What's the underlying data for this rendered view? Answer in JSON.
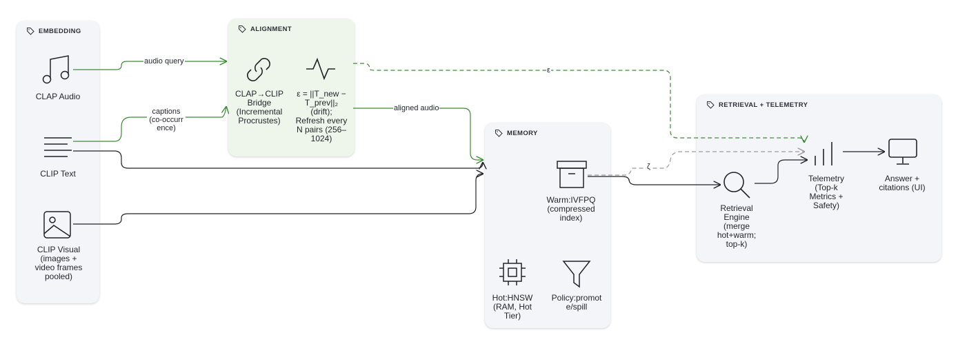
{
  "groups": {
    "embedding": "EMBEDDING",
    "alignment": "ALIGNMENT",
    "memory": "MEMORY",
    "retrieval": "RETRIEVAL + TELEMETRY"
  },
  "nodes": {
    "clap_audio": "CLAP Audio",
    "clip_text": "CLIP Text",
    "clip_visual_1": "CLIP Visual",
    "clip_visual_2": "(images +",
    "clip_visual_3": "video frames",
    "clip_visual_4": "pooled)",
    "bridge_1": "CLAP→CLIP",
    "bridge_2": "Bridge",
    "bridge_3": "(Incremental",
    "bridge_4": "Procrustes)",
    "drift_1": "ε = ||T_new −",
    "drift_2": "T_prev||₂",
    "drift_3": "(drift);",
    "drift_4": "Refresh every",
    "drift_5": "N pairs (256–",
    "drift_6": "1024)",
    "warm_1": "Warm:IVFPQ",
    "warm_2": "(compressed",
    "warm_3": "index)",
    "hot_1": "Hot:HNSW",
    "hot_2": "(RAM, Hot",
    "hot_3": "Tier)",
    "policy_1": "Policy:promot",
    "policy_2": "e/spill",
    "engine_1": "Retrieval",
    "engine_2": "Engine",
    "engine_3": "(merge",
    "engine_4": "hot+warm;",
    "engine_5": "top-k)",
    "telemetry_1": "Telemetry",
    "telemetry_2": "(Top-k",
    "telemetry_3": "Metrics +",
    "telemetry_4": "Safety)",
    "answer_1": "Answer +",
    "answer_2": "citations (UI)"
  },
  "edges": {
    "audio_query": "audio query",
    "captions_1": "captions",
    "captions_2": "(co-occurr",
    "captions_3": "ence)",
    "aligned_audio": "aligned audio",
    "epsilon": "ε",
    "zeta": "ζ"
  },
  "colors": {
    "green_edge": "#3d8a35",
    "dark_edge": "#1f2328",
    "dashed_gray": "#9a9a9a",
    "group_bg": "#f4f5f9",
    "alignment_bg": "#eef6ec"
  },
  "icons": {
    "clap_audio": "music-note-icon",
    "clip_text": "text-lines-icon",
    "clip_visual": "image-icon",
    "bridge": "link-icon",
    "drift": "pulse-icon",
    "warm": "archive-box-icon",
    "hot": "chip-icon",
    "policy": "funnel-icon",
    "engine": "search-icon",
    "telemetry": "bars-icon",
    "answer": "monitor-icon"
  }
}
